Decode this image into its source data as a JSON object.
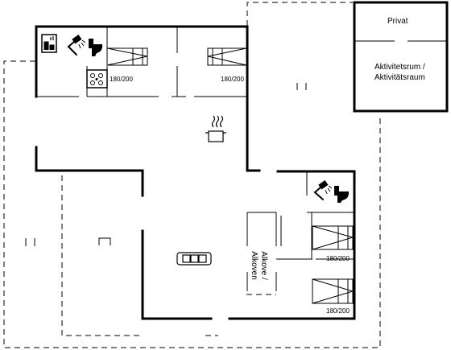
{
  "rooms": {
    "private": "Privat",
    "activity_line1": "Aktivitetsrum /",
    "activity_line2": "Aktivitätsraum",
    "alcove_line1": "Alkove /",
    "alcove_line2": "Alkoven"
  },
  "beds": [
    {
      "size": "180/200"
    },
    {
      "size": "180/200"
    },
    {
      "size": "180/200"
    },
    {
      "size": "180/200"
    }
  ],
  "icons": [
    "shower-icon",
    "toilet-icon",
    "sauna-icon",
    "stove-icon",
    "cooking-pot-icon",
    "sofa-icon",
    "double-bed-icon"
  ],
  "colors": {
    "walls": "#000000",
    "dashed_lines": "#000000",
    "background": "#ffffff"
  }
}
